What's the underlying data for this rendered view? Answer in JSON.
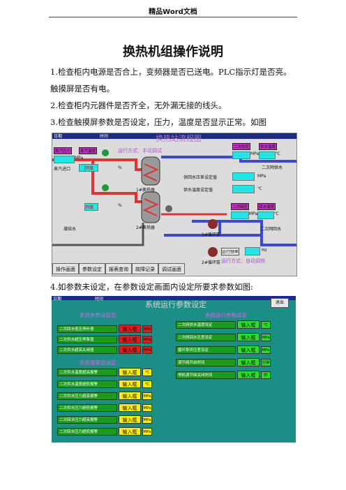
{
  "header": "精品Word文档",
  "title": "换热机组操作说明",
  "steps": [
    "1.检查柜内电源是否合上，变频器是否已送电。PLC指示灯是否亮。",
    "触摸屏是否有电。",
    "2.检查柜内元器件是否齐全，无外漏无接的线头。",
    "3.检查触摸屏参数是否设定，压力，温度是否显示正常。如图",
    "4.如参数未设定，在参数设定画面内设定所要求参数如图:"
  ],
  "fig1": {
    "title": "换热站流程图",
    "date_label": "日期",
    "time_label": "时间",
    "run_mode_manual": "运行方式：手动调试",
    "run_mode_auto": "运行方式：自动调频",
    "steam_pressure": "蒸汽压力",
    "steam_temp": "蒸汽温度",
    "steam_inlet": "蒸汽进口",
    "opening": "开度",
    "percent": "%",
    "unit_mpa": "MPa",
    "unit_c": "℃",
    "secondary_supply_pressure": "二次供压",
    "supply_temp": "供水温度",
    "secondary_supply": "二次网供水",
    "supply_return_set": "供回水压差设定值",
    "supply_temp_set": "供水温度设定值",
    "secondary_return_pressure": "二次回压",
    "return_temp": "回水温度",
    "secondary_return": "二次网回水",
    "drain": "凝结水",
    "exchanger1": "1#换热器",
    "exchanger2": "2#换热器",
    "pump1": "1#循环泵",
    "pump2": "2#循环泵",
    "run_freq": "运行频率",
    "hz": "Hz",
    "menu": [
      "操作画面",
      "参数设定",
      "报表查询",
      "故障记录",
      "调试画面"
    ]
  },
  "fig2": {
    "title": "系统运行参数设定",
    "date_label": "日期",
    "time_label": "时间",
    "exit": "退出",
    "sec_left1": "系统参数设定区",
    "sec_right1": "系统运行参数设定",
    "sec_left2": "系统报警值设定",
    "input": "输入框",
    "left_top": [
      {
        "label": "二次回水低压停补值",
        "unit": "MPa"
      },
      {
        "label": "二次供水超压停泵值",
        "unit": "MPa"
      },
      {
        "label": "二次供水超高关阀值",
        "unit": "MPa"
      }
    ],
    "left_alarm": [
      {
        "label": "二次供水温度超高报警",
        "unit": "℃"
      },
      {
        "label": "二次供水温度超低报警",
        "unit": "℃"
      },
      {
        "label": "二次供水压力超高报警",
        "unit": "MPa"
      },
      {
        "label": "二次供水压力超低报警",
        "unit": "MPa"
      },
      {
        "label": "二次回水压力超高报警",
        "unit": "MPa"
      },
      {
        "label": "二次回水压力超低报警",
        "unit": "MPa"
      }
    ],
    "right": [
      {
        "label": "二次网供水温度设定",
        "unit": "℃"
      },
      {
        "label": "二次网回水压差设定",
        "unit": "MPa"
      },
      {
        "label": "循环泵供压差设定",
        "unit": "MPa"
      },
      {
        "label": "调节阀开启时间",
        "unit": "分钟"
      },
      {
        "label": "停机调节阀关闭时间",
        "unit": "秒"
      }
    ]
  }
}
